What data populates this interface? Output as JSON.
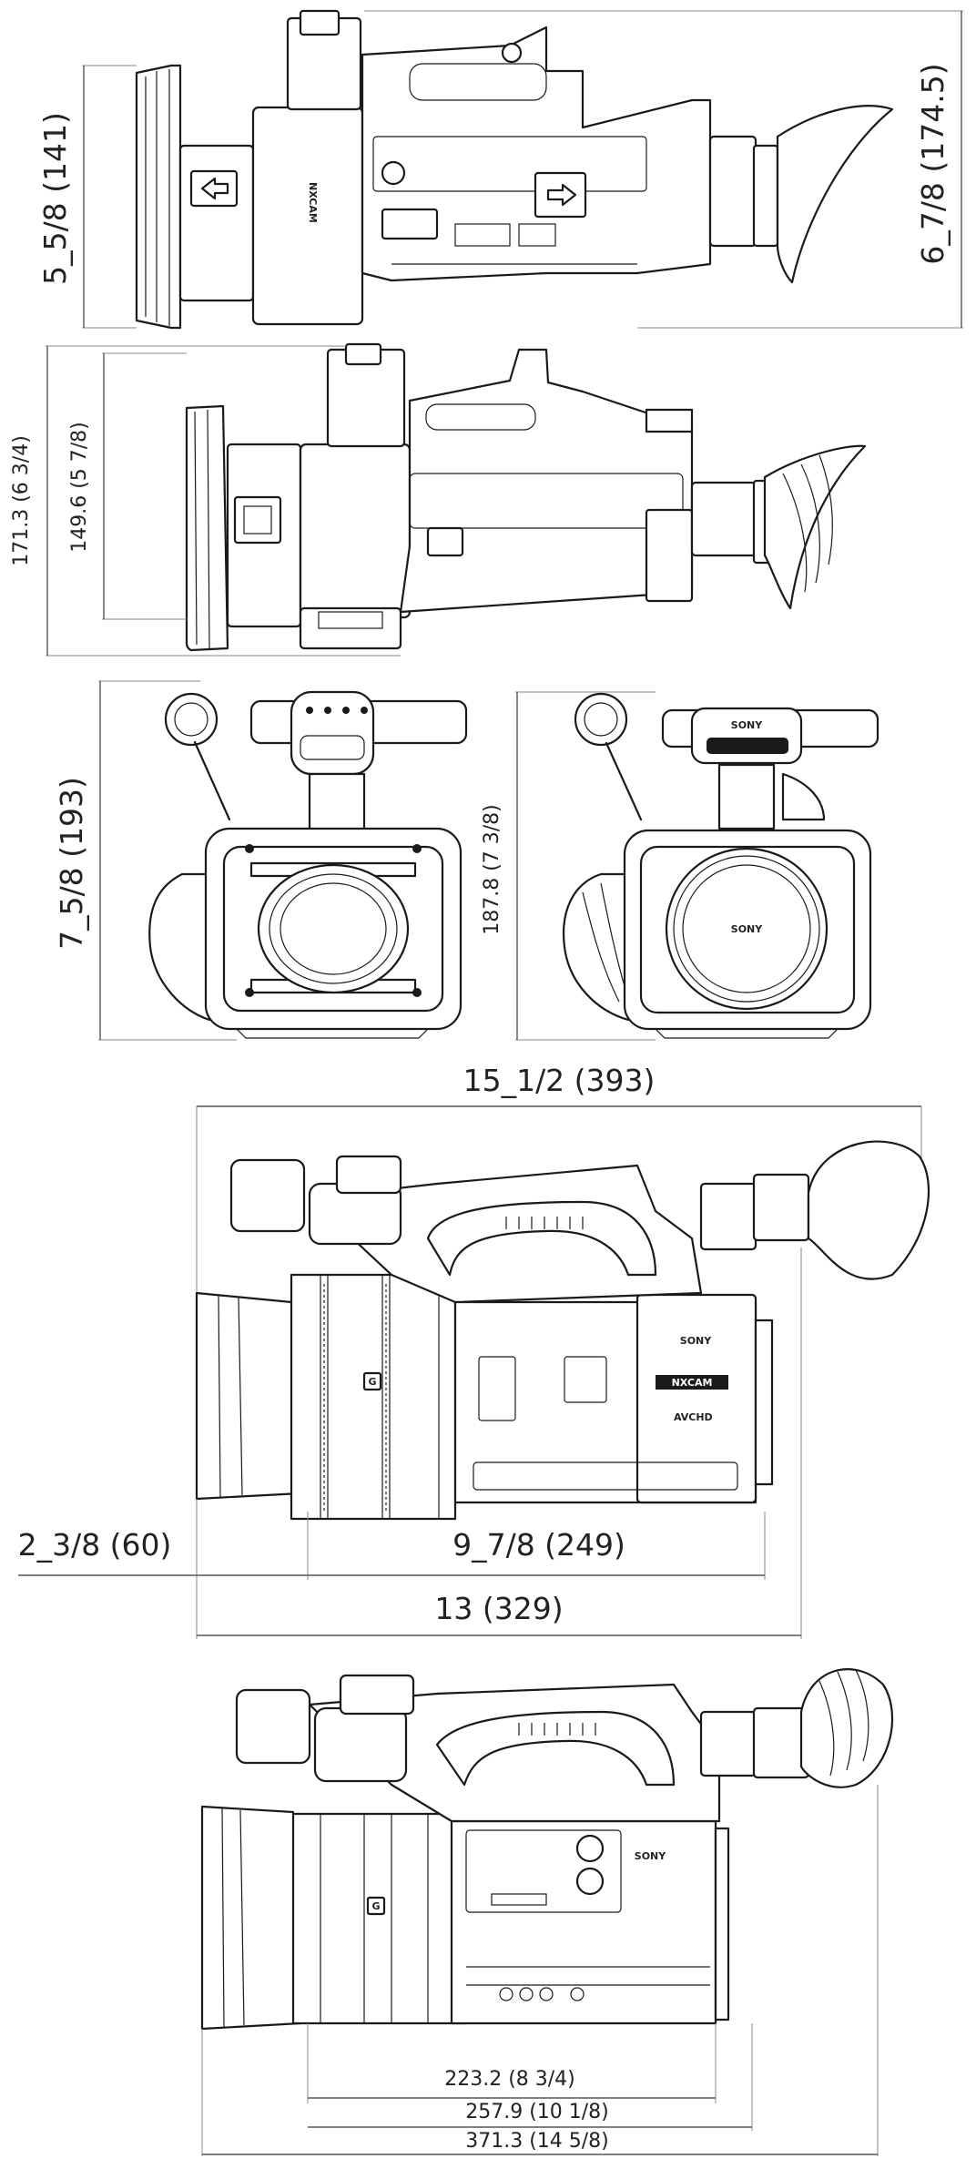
{
  "dimensions": {
    "height_top_view": "5_5/8 (141)",
    "height_top_view_total": "6_7/8 (174.5)",
    "height_view2_total": "171.3 (6 3/4)",
    "height_view2_body": "149.6 (5 7/8)",
    "height_front": "7_5/8 (193)",
    "height_front_capped": "187.8 (7 3/8)",
    "length_overall_view4": "15_1/2 (393)",
    "lens_hood_length": "2_3/8 (60)",
    "body_length": "9_7/8 (249)",
    "length_without_eyecup": "13 (329)",
    "length_a": "223.2 (8 3/4)",
    "length_b": "257.9 (10 1/8)",
    "length_c": "371.3 (14 5/8)"
  },
  "markings": {
    "brand": "SONY",
    "logo": "NXCAM",
    "format": "AVCHD",
    "lens_g": "G"
  },
  "colors": {
    "line": "#1a1a1a",
    "dimension": "#555555",
    "background": "#ffffff"
  }
}
